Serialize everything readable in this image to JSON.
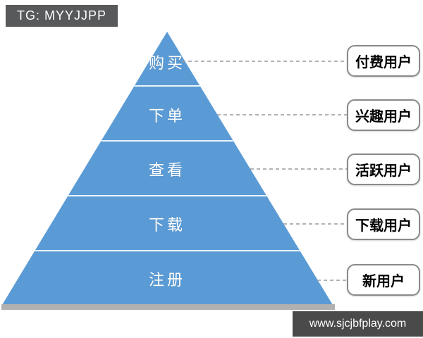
{
  "badge": {
    "label": "TG: MYYJJPP"
  },
  "watermark": {
    "label": "www.sjcjbfplay.com"
  },
  "funnel": {
    "levels": [
      {
        "stage": "购买",
        "user": "付费用户"
      },
      {
        "stage": "下单",
        "user": "兴趣用户"
      },
      {
        "stage": "查看",
        "user": "活跃用户"
      },
      {
        "stage": "下载",
        "user": "下载用户"
      },
      {
        "stage": "注册",
        "user": "新用户"
      }
    ],
    "colors": {
      "pyramid": "#5b9bd5",
      "divider": "#eaf3fb",
      "connector": "#9a9a9a",
      "base_shadow": "#b0b0b0",
      "badge_bg": "#58595b",
      "watermark_bg": "#4a4a4b",
      "stage_text": "#ffffff",
      "user_text": "#000000"
    }
  }
}
